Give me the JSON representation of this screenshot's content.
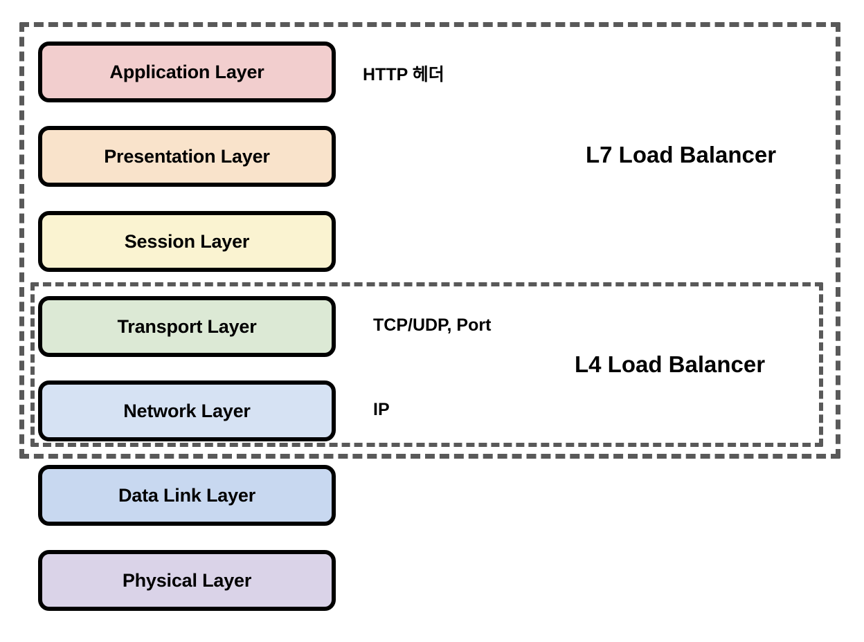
{
  "diagram": {
    "title": "OSI Layers with L4 and L7 Load Balancer scope",
    "background_color": "#FFFFFF",
    "border_color": "#000000",
    "group_border_color": "#595959"
  },
  "layers": [
    {
      "id": "application",
      "label": "Application Layer",
      "fill": "#F2CECE"
    },
    {
      "id": "presentation",
      "label": "Presentation Layer",
      "fill": "#F9E3CB"
    },
    {
      "id": "session",
      "label": "Session Layer",
      "fill": "#FAF3D1"
    },
    {
      "id": "transport",
      "label": "Transport Layer",
      "fill": "#DCE9D5"
    },
    {
      "id": "network",
      "label": "Network Layer",
      "fill": "#D6E2F3"
    },
    {
      "id": "datalink",
      "label": "Data Link Layer",
      "fill": "#C8D8F0"
    },
    {
      "id": "physical",
      "label": "Physical Layer",
      "fill": "#DAD3E8"
    }
  ],
  "annotations": {
    "http": "HTTP 헤더",
    "tcp_udp_port": "TCP/UDP, Port",
    "ip": "IP"
  },
  "groups": {
    "l7": {
      "caption": "L7 Load Balancer",
      "covers": [
        "Application Layer",
        "Presentation Layer",
        "Session Layer",
        "Transport Layer",
        "Network Layer"
      ]
    },
    "l4": {
      "caption": "L4 Load Balancer",
      "covers": [
        "Transport Layer",
        "Network Layer"
      ]
    }
  }
}
